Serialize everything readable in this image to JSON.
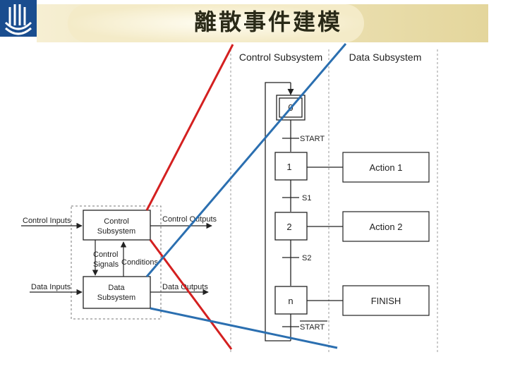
{
  "header": {
    "title": "離散事件建模"
  },
  "sfc": {
    "headers": {
      "control": "Control Subsystem",
      "data": "Data Subsystem"
    },
    "steps": [
      {
        "label": "0"
      },
      {
        "label": "1"
      },
      {
        "label": "2"
      },
      {
        "label": "n"
      }
    ],
    "transitions": [
      "START",
      "S1",
      "S2",
      "START"
    ],
    "actions": [
      "Action 1",
      "Action 2",
      "FINISH"
    ]
  },
  "block": {
    "control_subsystem": [
      "Control",
      "Subsystem"
    ],
    "data_subsystem": [
      "Data",
      "Subsystem"
    ],
    "control_inputs": "Control Inputs",
    "control_outputs": "Control Outputs",
    "data_inputs": "Data Inputs",
    "data_outputs": "Data Outputs",
    "control_signals": [
      "Control",
      "Signals"
    ],
    "conditions": "Conditions"
  },
  "colors": {
    "banner_start": "#f6efd3",
    "banner_end": "#e4d69c",
    "logo": "#1a4d8f",
    "line_red": "#d42020",
    "line_blue": "#2b6fb0"
  }
}
